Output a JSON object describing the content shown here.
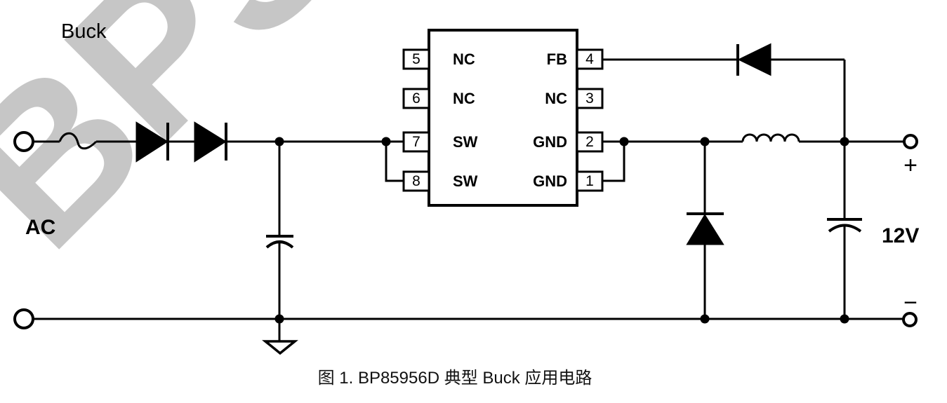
{
  "figure": {
    "caption": "图 1. BP85956D 典型 Buck 应用电路",
    "topology_label": "Buck"
  },
  "watermark": {
    "text": "BPS",
    "color": "#c6c6c6"
  },
  "labels": {
    "input": "AC",
    "output_voltage": "12V",
    "plus": "+",
    "minus": "−"
  },
  "ic": {
    "left_pins": [
      {
        "num": "5",
        "name": "NC"
      },
      {
        "num": "6",
        "name": "NC"
      },
      {
        "num": "7",
        "name": "SW"
      },
      {
        "num": "8",
        "name": "SW"
      }
    ],
    "right_pins": [
      {
        "num": "4",
        "name": "FB"
      },
      {
        "num": "3",
        "name": "NC"
      },
      {
        "num": "2",
        "name": "GND"
      },
      {
        "num": "1",
        "name": "GND"
      }
    ]
  },
  "colors": {
    "line": "#000000",
    "background": "#ffffff",
    "watermark": "#c6c6c6"
  }
}
